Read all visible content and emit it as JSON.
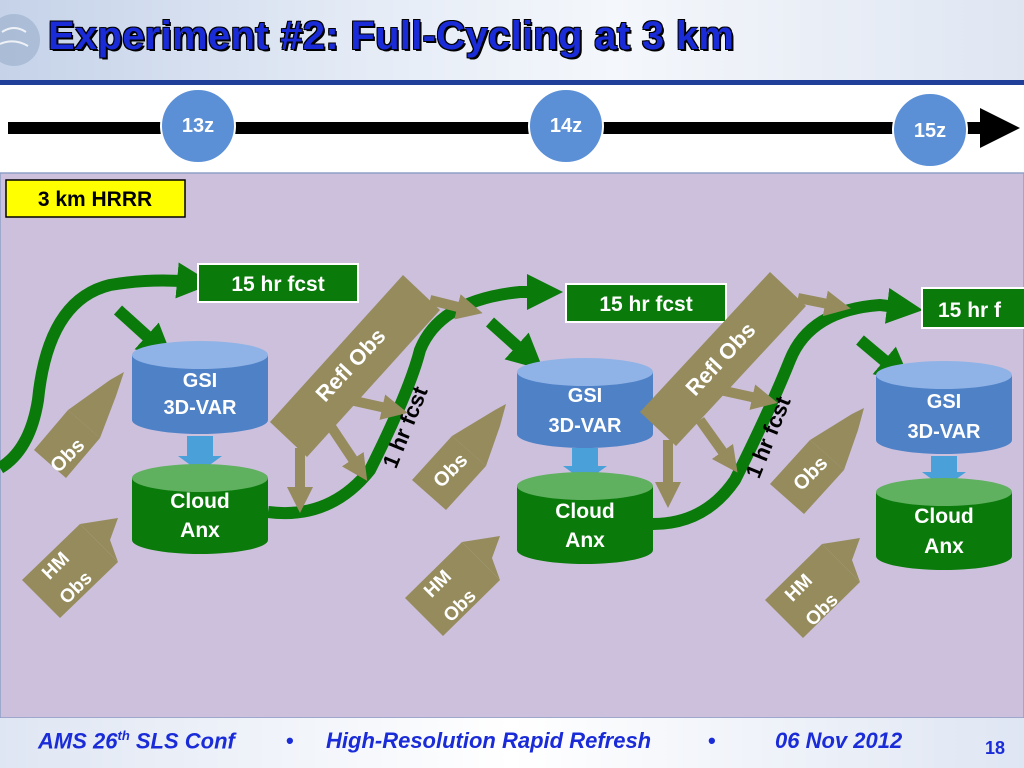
{
  "title": "Experiment #2: Full-Cycling at 3 km",
  "timeline": [
    "13z",
    "14z",
    "15z"
  ],
  "region_label": "3 km HRRR",
  "fcst_label": "15 hr fcst",
  "fcst_label_cut": "15 hr f",
  "gsi_line1": "GSI",
  "gsi_line2": "3D-VAR",
  "cloud_line1": "Cloud",
  "cloud_line2": "Anx",
  "refl_obs": "Refl Obs",
  "one_hr_fcst": "1 hr fcst",
  "obs": "Obs",
  "hm_line1": "HM",
  "hm_line2": "Obs",
  "footer": {
    "conf": "AMS 26",
    "conf_sup": "th",
    "conf_rest": " SLS Conf",
    "bullet": "•",
    "topic": "High-Resolution Rapid Refresh",
    "date": "06 Nov 2012",
    "page": "18"
  },
  "colors": {
    "title": "#1a2bd8",
    "green": "#0a7a0a",
    "olive": "#958b5c",
    "panel": "#ccc0dc",
    "gsi_blue": "#4f81c7",
    "time_circle": "#5b8fd6",
    "label_yellow": "#ffff00"
  }
}
